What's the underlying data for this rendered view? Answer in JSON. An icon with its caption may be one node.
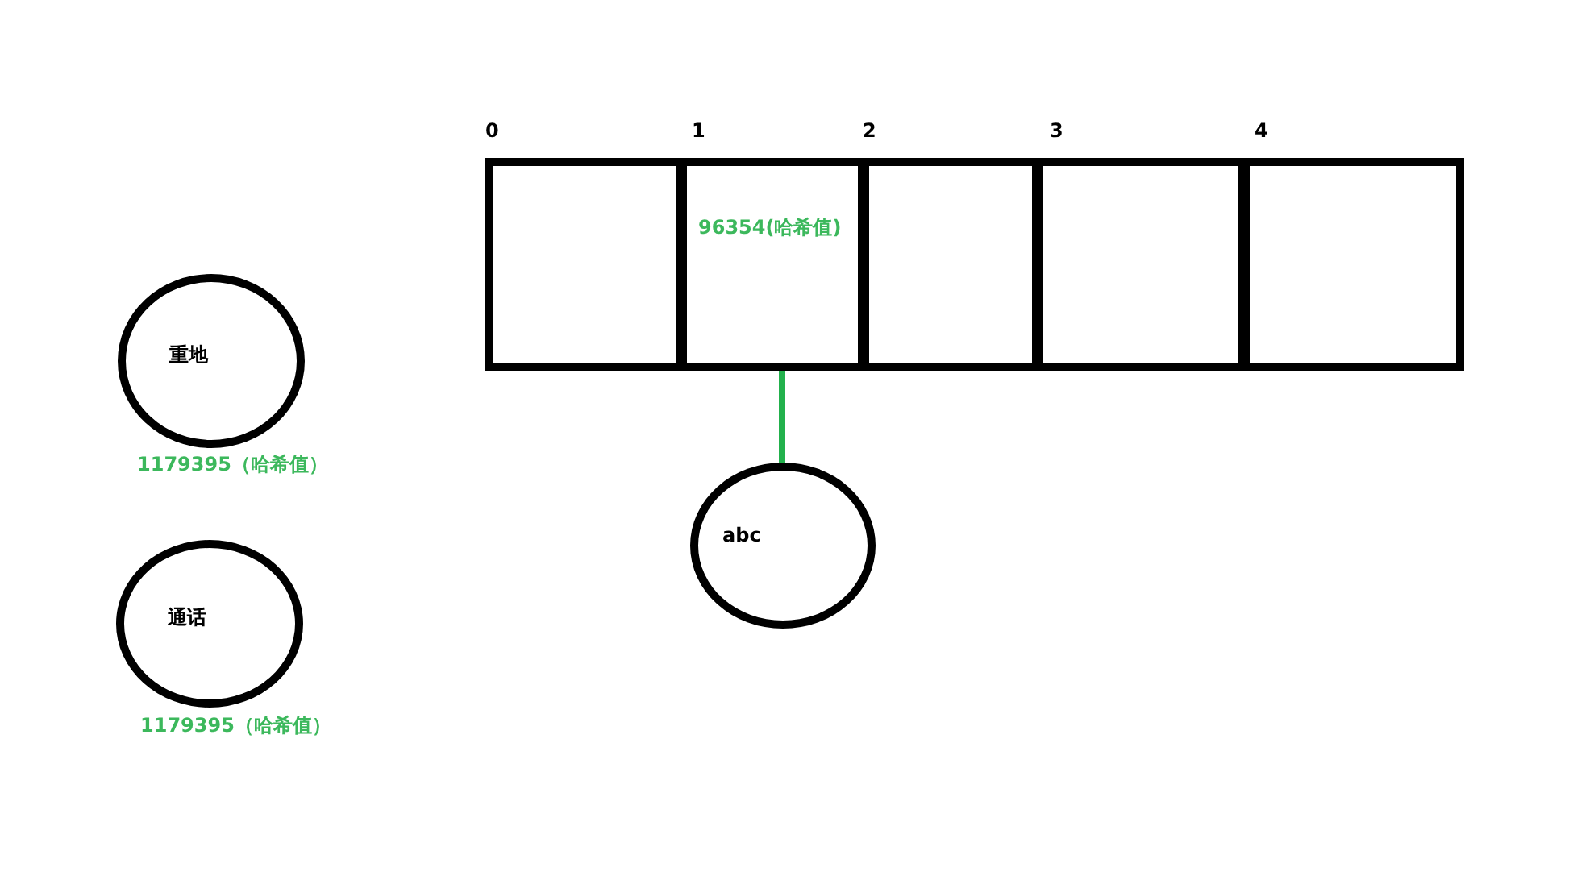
{
  "diagram": {
    "nodes": [
      {
        "text": [],
        "shape": "box",
        "beside": [
          "0"
        ]
      },
      {
        "text": [
          "96354(哈希值)"
        ],
        "beside": [
          "1"
        ]
      },
      {
        "text": [],
        "shape": "box",
        "beside": [
          "2"
        ]
      },
      {
        "text": [],
        "shape": "box",
        "beside": [
          "3"
        ]
      },
      {
        "text": [],
        "shape": "box",
        "beside": [
          "4"
        ]
      },
      {
        "text": [
          "重地"
        ],
        "beside": [
          "1179395（哈希值）"
        ]
      },
      {
        "text": [
          "abc"
        ]
      },
      {
        "text": [
          "通话"
        ],
        "beside": [
          "1179395（哈希值）"
        ]
      }
    ],
    "edges": [
      {
        "from": 1,
        "to": 6,
        "arrow": "none",
        "color": "#22b14c"
      }
    ]
  }
}
